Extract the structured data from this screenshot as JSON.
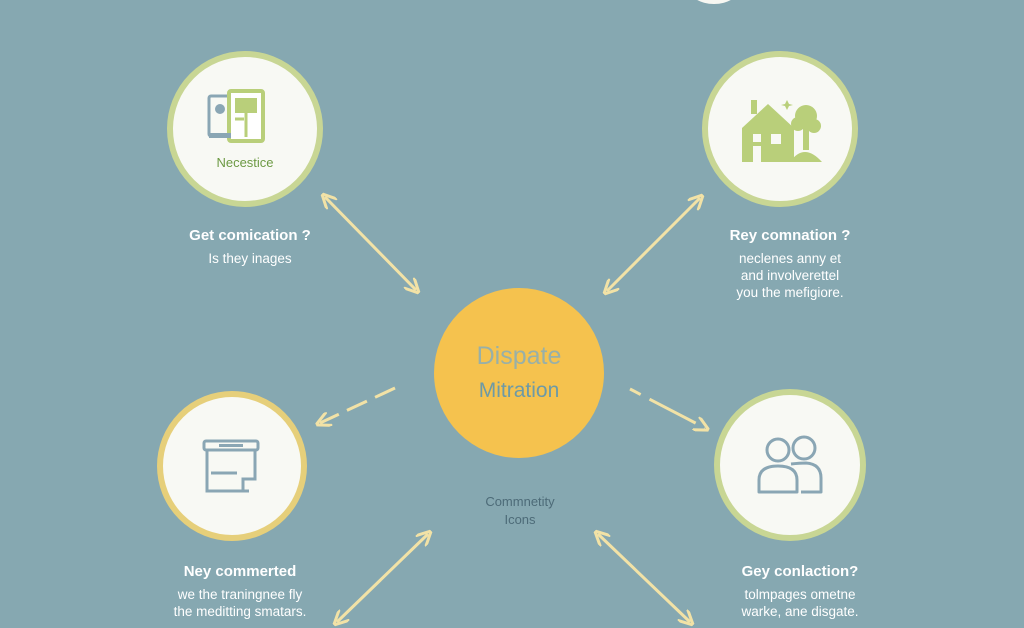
{
  "center": {
    "title": "Dispate",
    "subtitle": "Mitration"
  },
  "nodes": {
    "top_left": {
      "icon": "document-icon",
      "caption": "Necestice"
    },
    "top_right": {
      "icon": "house-tree-icon"
    },
    "bottom_left": {
      "icon": "printer-icon"
    },
    "bottom_right": {
      "icon": "people-icon"
    }
  },
  "text_blocks": {
    "top_left": {
      "title": "Get comication ?",
      "lines": [
        "Is they inages"
      ]
    },
    "top_right": {
      "title": "Rey comnation ?",
      "lines": [
        "neclenes anny et",
        "and involverettel",
        "you the mefigiore."
      ]
    },
    "bottom_left": {
      "title": "Ney commerted",
      "lines": [
        "we the traningnee fly",
        "the meditting smatars."
      ]
    },
    "bottom_right": {
      "title": "Gey conlaction?",
      "lines": [
        "tolmpages ometne",
        "warke, ane disgate."
      ]
    }
  },
  "community": {
    "line1": "Commnetity",
    "line2": "Icons"
  },
  "colors": {
    "background": "#86a8b1",
    "center_fill": "#f5c24e",
    "green_ring": "#c8d694",
    "yellow_ring": "#e6cf7a",
    "arrow": "#f2e2a6",
    "icon_green": "#b9cf7a",
    "icon_blue": "#8aa6b4"
  }
}
